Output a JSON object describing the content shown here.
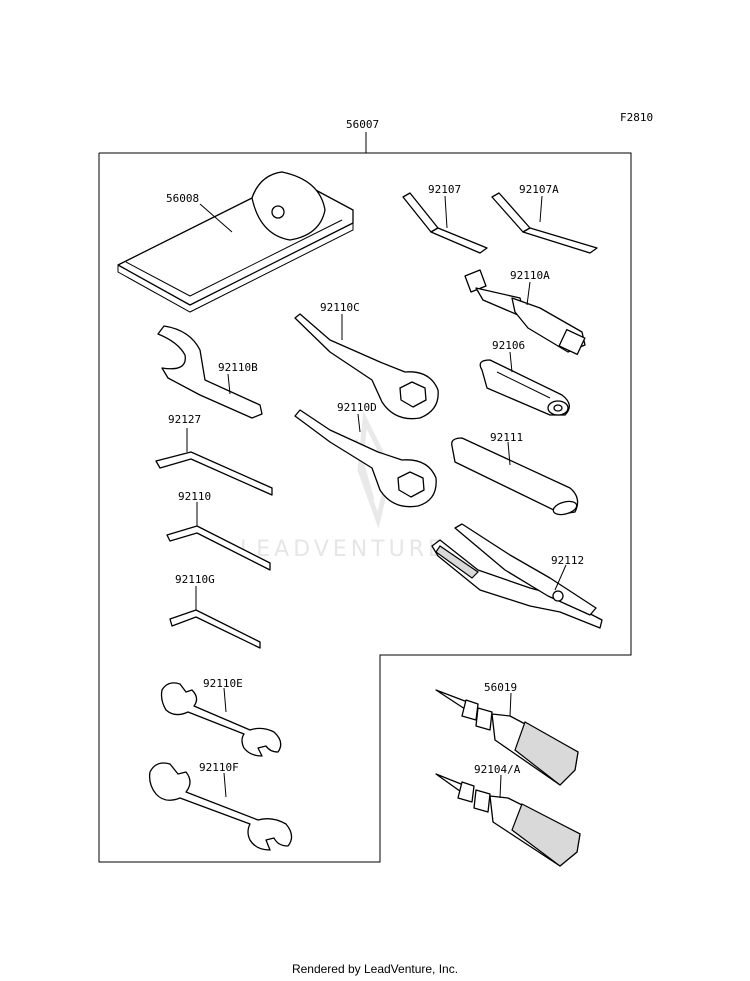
{
  "figure_code": "F2810",
  "kit_label": "56007",
  "watermark_text": "LEADVENTURE",
  "footer": "Rendered by LeadVenture, Inc.",
  "parts": {
    "p56008": "56008",
    "p92107": "92107",
    "p92107A": "92107A",
    "p92110A": "92110A",
    "p92110C": "92110C",
    "p92110B": "92110B",
    "p92106": "92106",
    "p92127": "92127",
    "p92110D": "92110D",
    "p92111": "92111",
    "p92110": "92110",
    "p92112": "92112",
    "p92110G": "92110G",
    "p92110E": "92110E",
    "p56019": "56019",
    "p92110F": "92110F",
    "p92104A": "92104/A"
  }
}
